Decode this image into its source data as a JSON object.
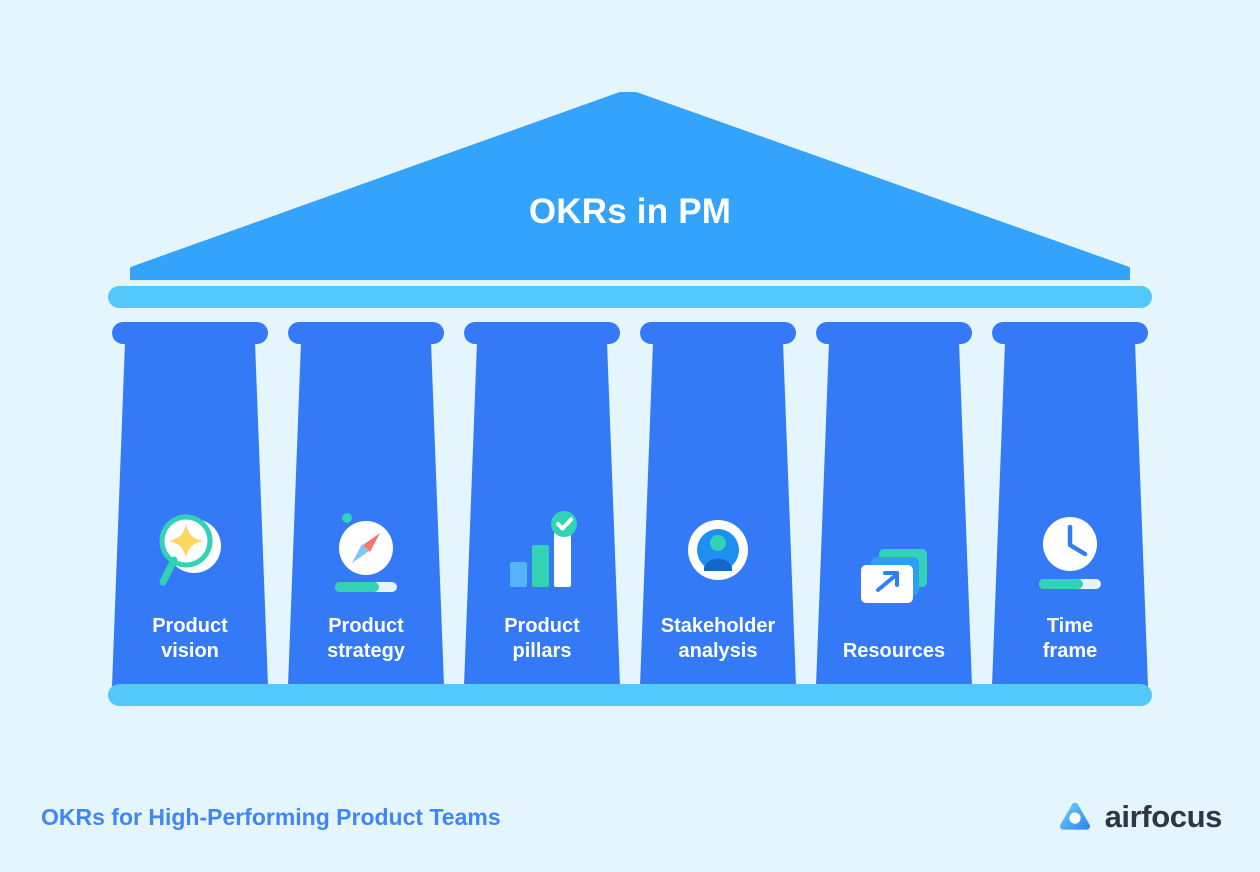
{
  "background_color": "#e4f5fd",
  "colors": {
    "pediment": "#33a3fb",
    "entablature": "#52c8fb",
    "column": "#3479f6",
    "accent_teal": "#32d2b4",
    "accent_light_blue": "#54b4f7",
    "accent_yellow": "#ffd75e",
    "accent_red": "#f4766e",
    "white": "#ffffff",
    "footer_text": "#4285f4",
    "brand_text": "#2e3644"
  },
  "header": {
    "title": "OKRs in PM"
  },
  "pillars": [
    {
      "id": "product-vision",
      "label": "Product\nvision",
      "icon": "magnifier-star-icon"
    },
    {
      "id": "product-strategy",
      "label": "Product\nstrategy",
      "icon": "compass-icon"
    },
    {
      "id": "product-pillars",
      "label": "Product\npillars",
      "icon": "bar-chart-check-icon"
    },
    {
      "id": "stakeholder-analysis",
      "label": "Stakeholder\nanalysis",
      "icon": "user-circle-icon"
    },
    {
      "id": "resources",
      "label": "Resources",
      "icon": "stacked-cards-arrow-icon"
    },
    {
      "id": "time-frame",
      "label": "Time\nframe",
      "icon": "clock-icon"
    }
  ],
  "footer": {
    "caption": "OKRs for High-Performing Product Teams",
    "brand_name": "airfocus",
    "brand_icon": "airfocus-logo-icon"
  }
}
